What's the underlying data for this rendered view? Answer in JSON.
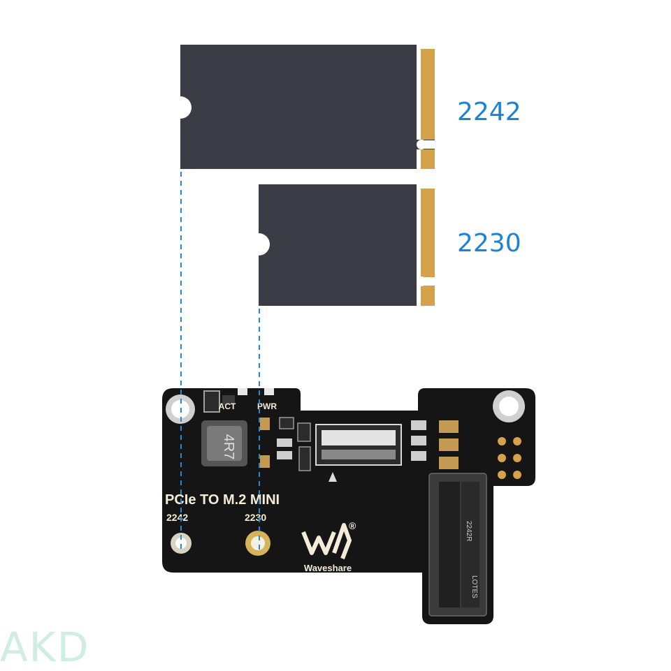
{
  "cards": [
    {
      "label": "2242"
    },
    {
      "label": "2230"
    }
  ],
  "board": {
    "title": "PCIe TO M.2 MINI",
    "hole_labels": [
      "2242",
      "2230"
    ],
    "led_labels": [
      "ACT",
      "PWR"
    ],
    "inductor_marking": "4R7",
    "brand": "Waveshare",
    "brand_mark": "®",
    "slot_marking_1": "2242R",
    "slot_marking_2": "LOTES"
  },
  "watermark": "AKD",
  "colors": {
    "label_blue": "#1a82d8",
    "card_body": "#3b3d46",
    "gold_contacts": "#d4a24a",
    "pcb": "#151515",
    "guide_line": "#2a86d0"
  }
}
